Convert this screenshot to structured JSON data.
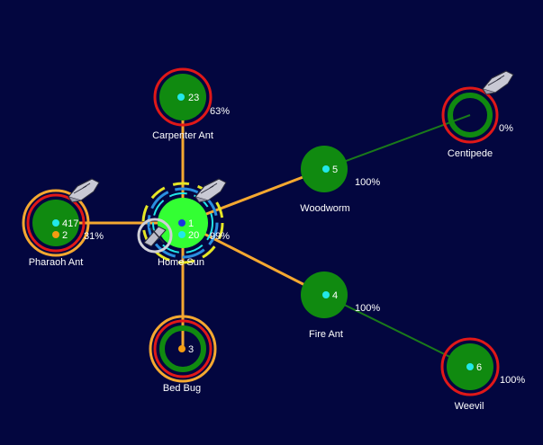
{
  "colors": {
    "background": "#03063f",
    "node_fill": "#108a10",
    "home_fill": "#33ff33",
    "supply_line": "#f5a830",
    "enemy_line": "#1a7a1a",
    "enemy_ring": "#e01818",
    "ship_dot": "#22e8e8",
    "orange_dot": "#f59c12",
    "blue_dot": "#1a35e0"
  },
  "nodes": {
    "home": {
      "name": "Home Sun",
      "ships": "1",
      "count2": "20",
      "percent": "99%"
    },
    "carpenter": {
      "name": "Carpenter Ant",
      "ships": "23",
      "percent": "63%"
    },
    "centipede": {
      "name": "Centipede",
      "percent": "0%"
    },
    "woodworm": {
      "name": "Woodworm",
      "ships": "5",
      "percent": "100%"
    },
    "pharaoh": {
      "name": "Pharaoh Ant",
      "ships": "417",
      "count2": "2",
      "percent": "31%"
    },
    "fireant": {
      "name": "Fire Ant",
      "ships": "4",
      "percent": "100%"
    },
    "bedbug": {
      "name": "Bed Bug",
      "ships": "3"
    },
    "weevil": {
      "name": "Weevil",
      "ships": "6",
      "percent": "100%"
    }
  }
}
